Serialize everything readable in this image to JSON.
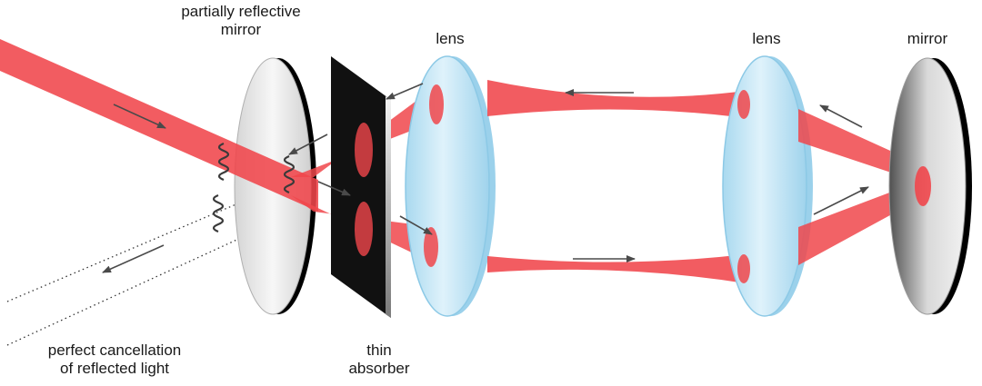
{
  "labels": {
    "partial_mirror": [
      "partially reflective",
      "mirror"
    ],
    "lens_left": "lens",
    "lens_right": "lens",
    "mirror": "mirror",
    "cancellation": [
      "perfect cancellation",
      "of reflected light"
    ],
    "absorber": [
      "thin",
      "absorber"
    ]
  },
  "colors": {
    "beam": "#f0464b",
    "beam_light": "#f98a8e",
    "lens_fill": "#bfe4f4",
    "lens_edge": "#8cc9e6",
    "mirror_dark": "#000000",
    "arrow": "#4a4a4a"
  }
}
